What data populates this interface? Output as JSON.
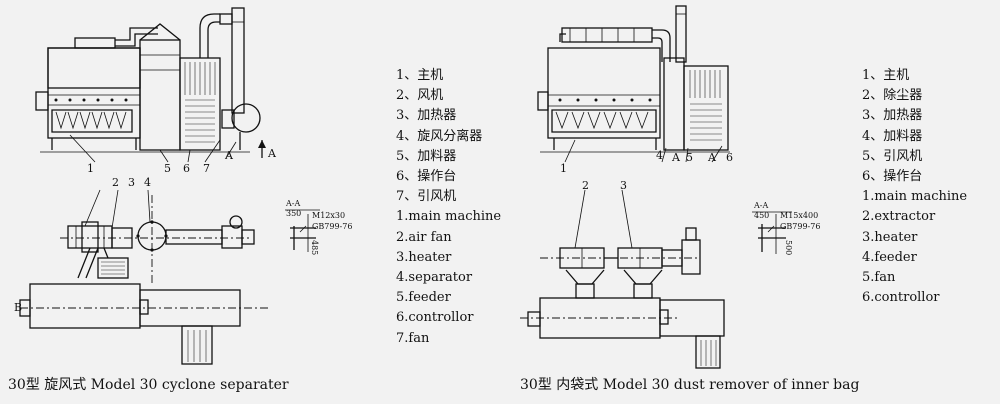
{
  "left": {
    "legend": [
      "1、主机",
      "2、风机",
      "3、加热器",
      "4、旋风分离器",
      "5、加料器",
      "6、操作台",
      "7、引风机",
      "1.main machine",
      "2.air fan",
      "3.heater",
      "4.separator",
      "5.feeder",
      "6.controllor",
      "7.fan"
    ],
    "caption": "30型  旋风式   Model 30 cyclone separater",
    "section": {
      "title": "A-A",
      "dim": "350",
      "bolt": "M12x30",
      "std": "GB799-76",
      "vdim": "485"
    },
    "callouts_top": [
      "1",
      "5",
      "6",
      "7",
      "A",
      "A"
    ],
    "callouts_plan": [
      "2",
      "3",
      "4"
    ],
    "plan_marks": [
      "B"
    ]
  },
  "right": {
    "legend": [
      "1、主机",
      "2、除尘器",
      "3、加热器",
      "4、加料器",
      "5、引风机",
      "6、操作台",
      "1.main machine",
      "2.extractor",
      "3.heater",
      "4.feeder",
      "5.fan",
      "6.controllor"
    ],
    "caption": "30型  内袋式   Model 30 dust remover of inner bag",
    "section": {
      "title": "A-A",
      "dim": "450",
      "bolt": "M15x400",
      "std": "GB799-76",
      "vdim": "500"
    },
    "callouts_top": [
      "1",
      "4",
      "A",
      "5",
      "A",
      "6"
    ],
    "callouts_plan": [
      "2",
      "3"
    ]
  },
  "colors": {
    "background": "#f2f2f2",
    "ink": "#111111"
  }
}
